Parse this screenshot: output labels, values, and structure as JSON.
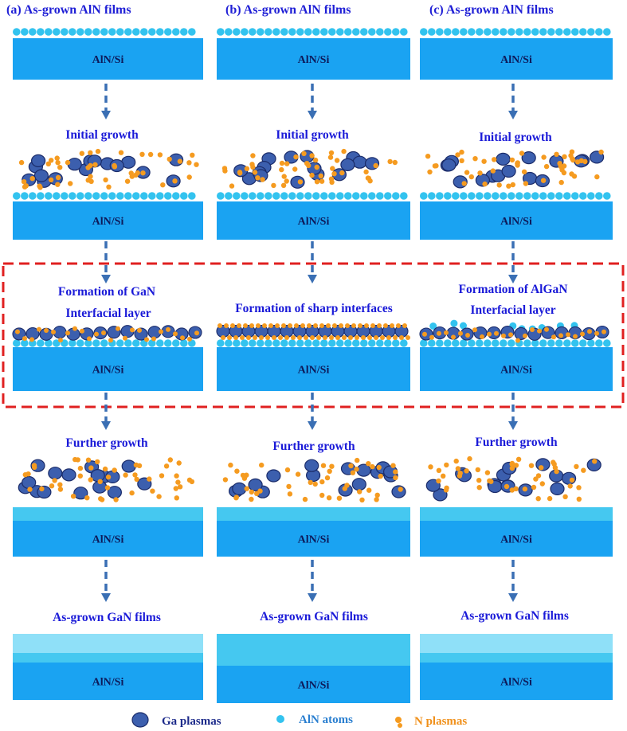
{
  "colors": {
    "substrate": "#1aa3f2",
    "aln_atom": "#33c3ef",
    "ga_plasma": "#3c5fae",
    "ga_stroke": "#1b2c6a",
    "n_plasma": "#f59b20",
    "arrow": "#3a6fb4",
    "highlight_box": "#e02020",
    "gan_layer_light": "#8fe0f8",
    "gan_layer_mid": "#45c8f0"
  },
  "columns": [
    {
      "title": "(a)   As-grown AlN films",
      "substrate_label": "AlN/Si",
      "stages": {
        "initial": "Initial growth",
        "interface_line1": "Formation of GaN",
        "interface_line2": "Interfacial layer",
        "further": "Further growth",
        "final": "As-grown GaN films"
      },
      "interface_type": "GaN"
    },
    {
      "title": "(b)   As-grown AlN films",
      "substrate_label": "AlN/Si",
      "stages": {
        "initial": "Initial growth",
        "interface_line1": "Formation of sharp interfaces",
        "interface_line2": "",
        "further": "Further growth",
        "final": "As-grown GaN films"
      },
      "interface_type": "sharp"
    },
    {
      "title": "(c)   As-grown AlN films",
      "substrate_label": "AlN/Si",
      "stages": {
        "initial": "Initial growth",
        "interface_line1": "Formation of AlGaN",
        "interface_line2": "Interfacial layer",
        "further": "Further growth",
        "final": "As-grown GaN films"
      },
      "interface_type": "AlGaN"
    }
  ],
  "legend": {
    "ga": "Ga plasmas",
    "aln": "AlN  atoms",
    "n": "N  plasmas"
  },
  "icons": {
    "ga": "dark-blue-ellipse",
    "aln": "light-blue-dot",
    "n": "orange-dot",
    "arrow": "dashed-down-arrow"
  }
}
